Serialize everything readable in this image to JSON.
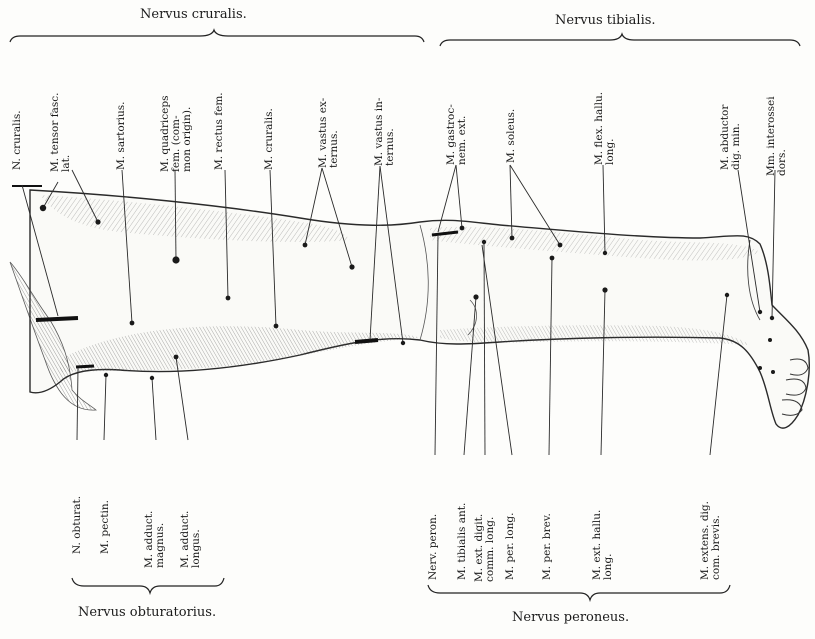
{
  "groups": {
    "cruralis": "Nervus cruralis.",
    "tibialis": "Nervus tibialis.",
    "obturatorius": "Nervus obturatorius.",
    "peroneus": "Nervus peroneus."
  },
  "top_labels": [
    {
      "l1": "N. cruralis."
    },
    {
      "l1": "M. tensor fasc.",
      "l2": "lat."
    },
    {
      "l1": "M. sartorius."
    },
    {
      "l1": "M. quadriceps",
      "l2": "fem. (com-",
      "l3": "mon origin)."
    },
    {
      "l1": "M. rectus fem."
    },
    {
      "l1": "M. cruralis."
    },
    {
      "l1": "M. vastus ex-",
      "l2": "ternus."
    },
    {
      "l1": "M. vastus in-",
      "l2": "ternus."
    },
    {
      "l1": "M. gastroc-",
      "l2": "nem. ext."
    },
    {
      "l1": "M. soleus."
    },
    {
      "l1": "M. flex. hallu.",
      "l2": "long."
    },
    {
      "l1": "M. abductor",
      "l2": "dig. min."
    },
    {
      "l1": "Mm. interossei",
      "l2": "dors."
    }
  ],
  "bottom_labels": [
    {
      "l1": "N. obturat."
    },
    {
      "l1": "M. pectin."
    },
    {
      "l1": "M. adduct.",
      "l2": "magnus."
    },
    {
      "l1": "M. adduct.",
      "l2": "longus."
    },
    {
      "l1": "Nerv. peron."
    },
    {
      "l1": "M. tibialis ant."
    },
    {
      "l1": "M. ext. digit.",
      "l2": "comm. long."
    },
    {
      "l1": "M. per. long."
    },
    {
      "l1": "M. per. brev."
    },
    {
      "l1": "M. ext. hallu.",
      "l2": "long."
    },
    {
      "l1": "M. extens. dig.",
      "l2": "com. brevis."
    }
  ]
}
